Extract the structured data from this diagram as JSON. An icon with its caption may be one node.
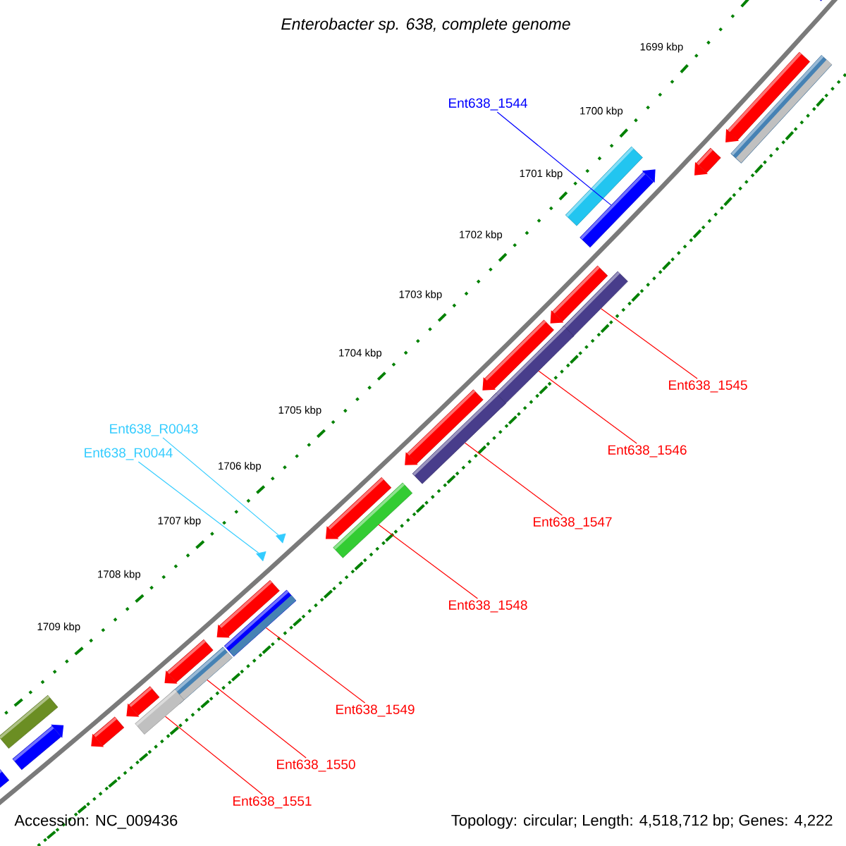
{
  "diagram": {
    "title": "Enterobacter sp. 638, complete genome",
    "nodes": [
      {
        "text": [],
        "shape": "bar"
      },
      {
        "text": [],
        "shape": "bar"
      },
      {
        "text": [],
        "shape": "bar"
      },
      {
        "text": [],
        "shape": "bar"
      },
      {
        "text": [
          "Ent638_1544"
        ]
      },
      {
        "text": [],
        "shape": "bar"
      },
      {
        "text": [],
        "shape": "bar"
      },
      {
        "text": [],
        "shape": "bar"
      },
      {
        "text": [
          "Ent638_1545"
        ]
      },
      {
        "text": [],
        "shape": "bar"
      },
      {
        "text": [],
        "shape": "bar"
      },
      {
        "text": [
          "Ent638_1546"
        ]
      },
      {
        "text": [],
        "shape": "bar"
      },
      {
        "text": [],
        "shape": "bar"
      },
      {
        "text": [
          "Ent638_R0043"
        ]
      },
      {
        "text": [
          "Ent638_R0044"
        ]
      },
      {
        "text": [],
        "shape": "triangle"
      },
      {
        "text": [],
        "shape": "triangle"
      },
      {
        "text": [
          "Ent638_1547"
        ]
      },
      {
        "text": [],
        "shape": "bar"
      },
      {
        "text": [],
        "shape": "bar"
      },
      {
        "text": [
          "Ent638_1548"
        ]
      },
      {
        "text": [],
        "shape": "bar"
      },
      {
        "text": [],
        "shape": "bar"
      },
      {
        "text": [
          "Ent638_1549"
        ]
      },
      {
        "text": [],
        "shape": "bar"
      },
      {
        "text": [],
        "shape": "bar"
      },
      {
        "text": [
          "Ent638_1550"
        ]
      },
      {
        "text": [],
        "shape": "bar"
      },
      {
        "text": [],
        "shape": "bar"
      },
      {
        "text": [
          "Ent638_1551"
        ]
      },
      {
        "text": [],
        "shape": "bar"
      },
      {
        "text": [],
        "shape": "bar"
      },
      {
        "text": [],
        "shape": "bar"
      },
      {
        "text": [],
        "shape": "bar"
      },
      {
        "text": [],
        "shape": "bar"
      }
    ],
    "edges": [
      {
        "from": 4,
        "to": 6,
        "arrow": "none",
        "color": "#0000ff"
      },
      {
        "from": 8,
        "to": 9,
        "arrow": "none"
      },
      {
        "from": 11,
        "to": 12,
        "arrow": "none"
      },
      {
        "from": 14,
        "to": 16,
        "arrow": "none",
        "color": "#33ccff"
      },
      {
        "from": 15,
        "to": 17,
        "arrow": "none",
        "color": "#33ccff"
      },
      {
        "from": 18,
        "to": 19,
        "arrow": "none"
      },
      {
        "from": 21,
        "to": 22,
        "arrow": "none"
      },
      {
        "from": 24,
        "to": 25,
        "arrow": "none"
      },
      {
        "from": 27,
        "to": 28,
        "arrow": "none"
      },
      {
        "from": 30,
        "to": 31,
        "arrow": "none"
      }
    ],
    "labels": [
      "1699 kbp",
      "1700 kbp",
      "1701 kbp",
      "1702 kbp",
      "1703 kbp",
      "1704 kbp",
      "1705 kbp",
      "1706 kbp",
      "1707 kbp",
      "1708 kbp",
      "1709 kbp",
      "Accession: NC_009436",
      "Topology: circular; Length: 4,518,712 bp; Genes: 4,222"
    ]
  }
}
